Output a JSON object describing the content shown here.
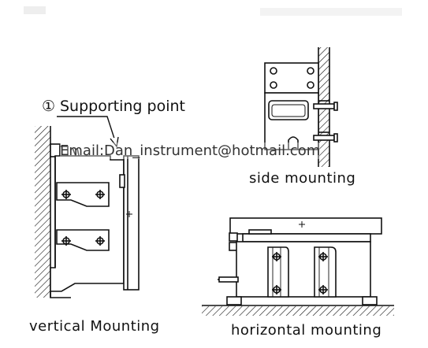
{
  "labels": {
    "supporting_marker": "①",
    "supporting_point": "Supporting point",
    "email": "Email:Dan_instrument@hotmail.com",
    "side_mounting": "side mounting",
    "vertical_mounting": "vertical Mounting",
    "horizontal_mounting": "horizontal mounting"
  }
}
